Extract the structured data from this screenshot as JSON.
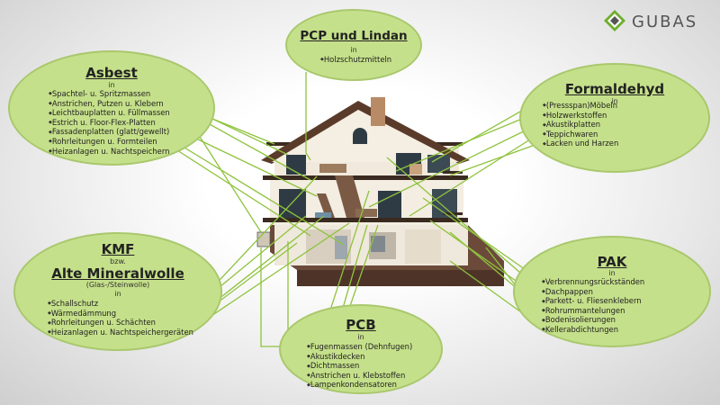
{
  "logo": {
    "text": "GUBAS"
  },
  "bubbles": {
    "pcp": {
      "title": "PCP und Lindan",
      "in": "in",
      "items": [
        "Holzschutzmitteln"
      ]
    },
    "asbest": {
      "title": "Asbest",
      "in": "in",
      "items": [
        "Spachtel- u. Spritzmassen",
        "Anstrichen, Putzen u. Klebern",
        "Leichtbauplatten u. Füllmassen",
        "Estrich u. Floor-Flex-Platten",
        "Fassadenplatten (glatt/gewellt)",
        "Rohrleitungen u. Formteilen",
        "Heizanlagen u. Nachtspeichern"
      ]
    },
    "formaldehyd": {
      "title": "Formaldehyd",
      "in": "in",
      "items": [
        "(Pressspan)Möbeln",
        "Holzwerkstoffen",
        "Akustikplatten",
        "Teppichwaren",
        "Lacken und Harzen"
      ]
    },
    "kmf": {
      "title": "KMF",
      "bzw": "bzw.",
      "title2": "Alte Mineralwolle",
      "sub": "(Glas-/Steinwolle)",
      "in": "in",
      "items": [
        "Schallschutz",
        "Wärmedämmung",
        "Rohrleitungen u. Schächten",
        "Heizanlagen u. Nachtspeichergeräten"
      ]
    },
    "pak": {
      "title": "PAK",
      "in": "in",
      "items": [
        "Verbrennungsrückständen",
        "Dachpappen",
        "Parkett- u. Fliesenklebern",
        "Rohrummantelungen",
        "Bodenisolierungen",
        "Kellerabdichtungen"
      ]
    },
    "pcb": {
      "title": "PCB",
      "in": "in",
      "items": [
        "Fugenmassen (Dehnfugen)",
        "Akustikdecken",
        "Dichtmassen",
        "Anstrichen u. Klebstoffen",
        "Lampenkondensatoren"
      ]
    }
  },
  "colors": {
    "bubble": "#c5e08a",
    "border": "#a9c86d",
    "line": "#8ec33d"
  }
}
